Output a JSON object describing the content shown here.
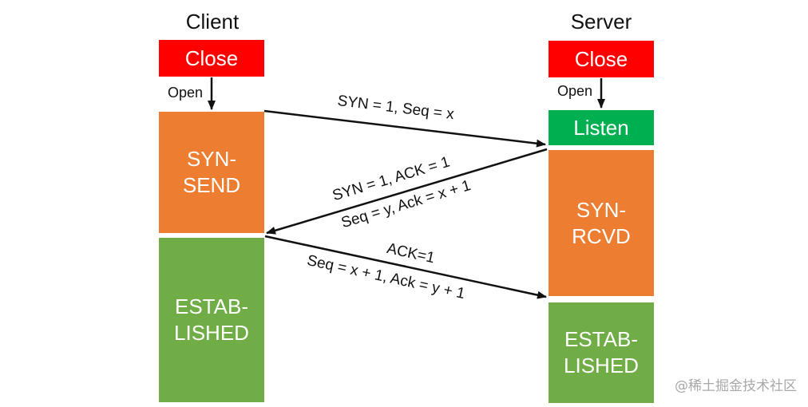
{
  "client": {
    "title": "Client",
    "close": "Close",
    "open": "Open",
    "syn_send": "SYN-\nSEND",
    "established": "ESTAB-\nLISHED"
  },
  "server": {
    "title": "Server",
    "close": "Close",
    "open": "Open",
    "listen": "Listen",
    "syn_rcvd": "SYN-\nRCVD",
    "established": "ESTAB-\nLISHED"
  },
  "messages": {
    "m1": "SYN = 1,  Seq = x",
    "m2_line1": "SYN = 1,  ACK = 1",
    "m2_line2": "Seq = y,  Ack = x + 1",
    "m3_line1": "ACK=1",
    "m3_line2": "Seq = x + 1,  Ack = y + 1"
  },
  "watermark": "@稀土掘金技术社区",
  "colors": {
    "close": "#ff0000",
    "listen": "#00b050",
    "syn_state": "#ed7d31",
    "established": "#70ad47"
  }
}
